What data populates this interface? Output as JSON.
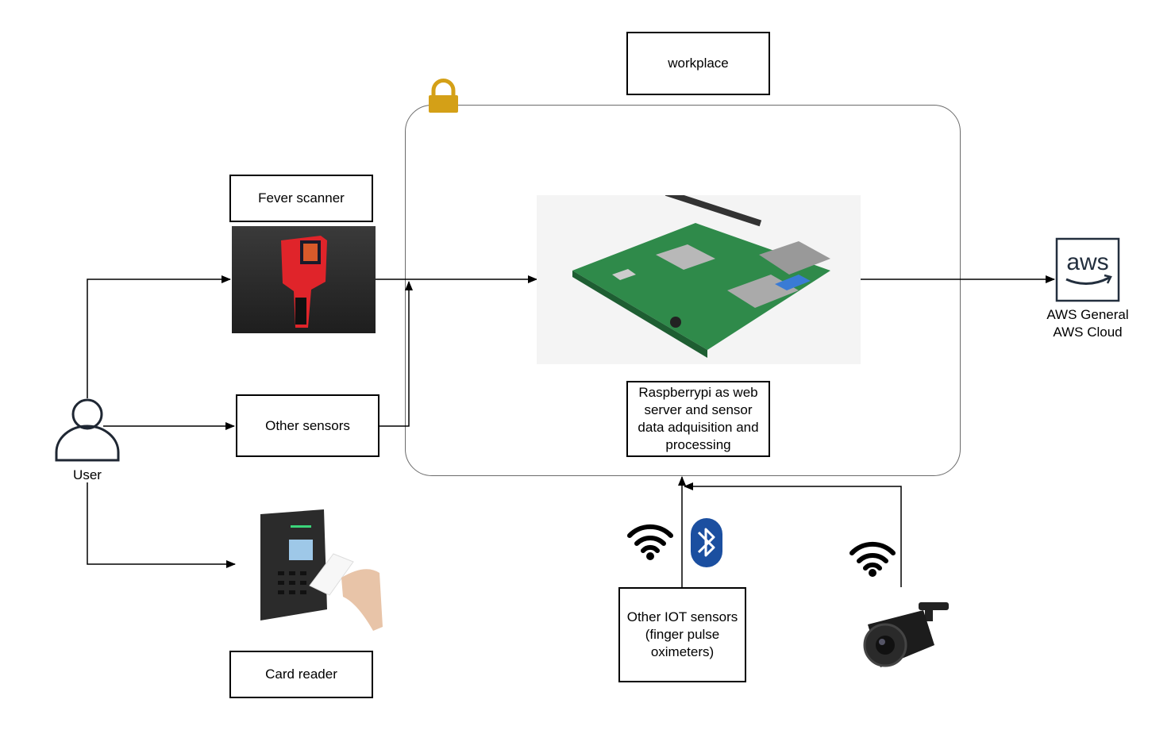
{
  "nodes": {
    "workplace": "workplace",
    "fever_scanner": "Fever scanner",
    "other_sensors": "Other sensors",
    "card_reader": "Card reader",
    "raspberrypi": "Raspberrypi as web\nserver and sensor\ndata adquisition and\nprocessing",
    "other_iot": "Other IOT sensors\n(finger pulse\noximeters)",
    "user": "User",
    "aws": "AWS General\nAWS Cloud",
    "aws_logo": "aws"
  },
  "icons": {
    "lock": "lock-icon",
    "user": "user-icon",
    "wifi": "wifi-icon",
    "bluetooth": "bluetooth-icon",
    "aws": "aws-icon",
    "camera": "camera-icon",
    "thermometer": "thermal-scanner-image",
    "card_reader": "card-reader-image",
    "raspberry_pi": "raspberry-pi-image"
  },
  "colors": {
    "lock": "#d4a017",
    "bluetooth": "#1b4fa0",
    "scanner_red": "#e0242a",
    "board_green": "#2f8a4a"
  }
}
